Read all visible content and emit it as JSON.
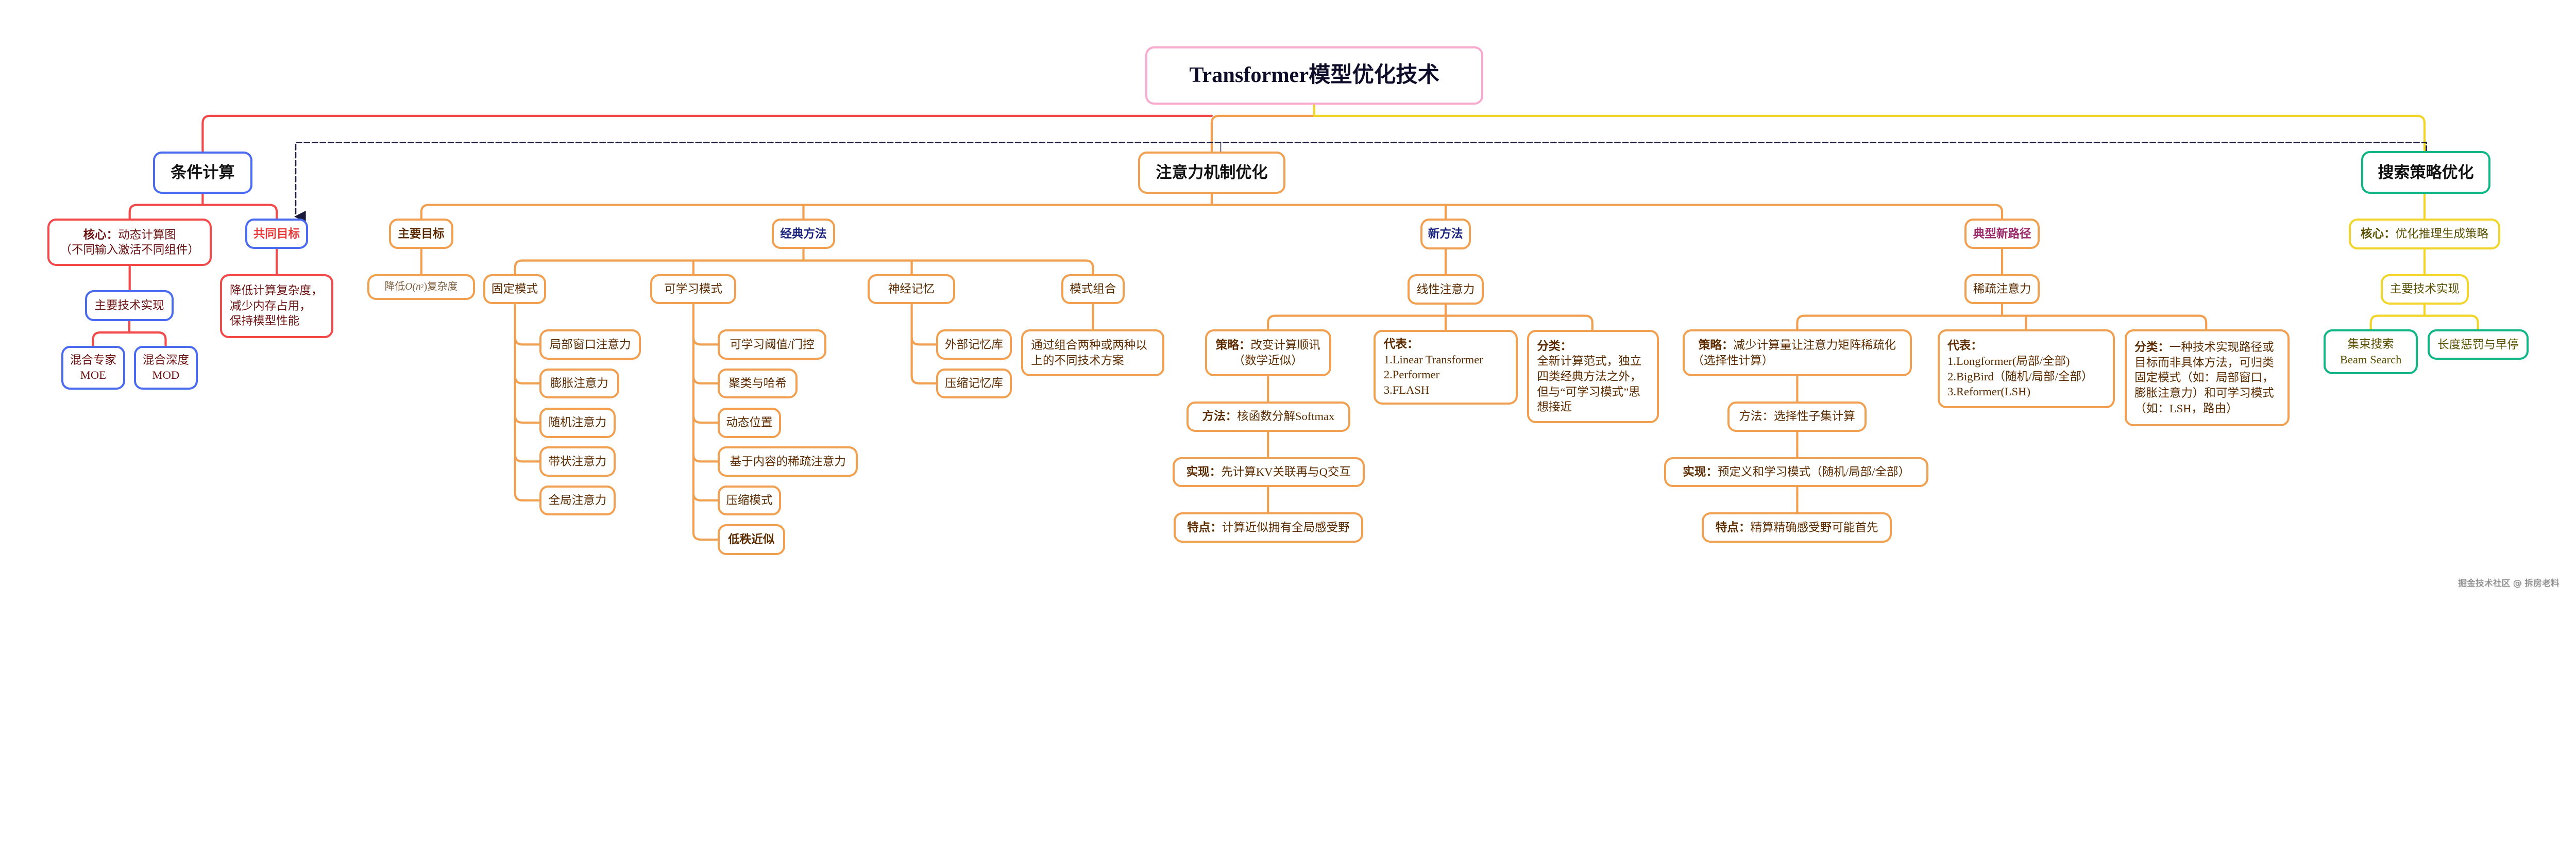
{
  "title": "Transformer模型优化技术",
  "colors": {
    "conditional": "#f24a4a",
    "conditional_node": "#4a6af0",
    "attention": "#f0a050",
    "search": "#f2d52a",
    "search_node": "#12b585",
    "root": "#f7aacd"
  },
  "conditional": {
    "title": "条件计算",
    "core_label": "核心：",
    "core_text": "动态计算图",
    "core_note": "（不同输入激活不同组件）",
    "shared_goal": "共同目标",
    "shared_goal_lines": [
      "降低计算复杂度，",
      "减少内存占用，",
      "保持模型性能"
    ],
    "impl": "主要技术实现",
    "moe": [
      "混合专家",
      "MOE"
    ],
    "mod": [
      "混合深度",
      "MOD"
    ]
  },
  "attention": {
    "title": "注意力机制优化",
    "goal": {
      "title": "主要目标",
      "prefix": "降低",
      "math": "O(n",
      "sup": "2",
      "suffix": ")复杂度"
    },
    "classic": {
      "title": "经典方法",
      "fixed": {
        "title": "固定模式",
        "items": [
          "局部窗口注意力",
          "膨胀注意力",
          "随机注意力",
          "带状注意力",
          "全局注意力"
        ]
      },
      "learnable": {
        "title": "可学习模式",
        "items": [
          "可学习阈值/门控",
          "聚类与哈希",
          "动态位置",
          "基于内容的稀疏注意力",
          "压缩模式",
          "低秩近似"
        ]
      },
      "memory": {
        "title": "神经记忆",
        "items": [
          "外部记忆库",
          "压缩记忆库"
        ]
      },
      "combo": {
        "title": "模式组合",
        "lines": [
          "通过组合两种或两种以",
          "上的不同技术方案"
        ]
      }
    },
    "new": {
      "title": "新方法",
      "linear": {
        "title": "线性注意力",
        "strategy_label": "策略：",
        "strategy_text": "改变计算顺讯",
        "strategy_note": "（数学近似）",
        "method_label": "方法：",
        "method_text": "核函数分解Softmax",
        "impl_label": "实现：",
        "impl_text": "先计算KV关联再与Q交互",
        "feature_label": "特点：",
        "feature_text": "计算近似拥有全局感受野",
        "rep_label": "代表：",
        "rep_lines": [
          "1.Linear Transformer",
          "2.Performer",
          "3.FLASH"
        ],
        "cat_label": "分类：",
        "cat_lines": [
          "全新计算范式，独立",
          "四类经典方法之外，",
          "但与“可学习模式”思",
          "想接近"
        ]
      }
    },
    "path": {
      "title": "典型新路径",
      "sparse": {
        "title": "稀疏注意力",
        "strategy_label": "策略：",
        "strategy_text": "减少计算量让注意力矩阵稀疏化",
        "strategy_note": "（选择性计算）",
        "method_text": "方法：选择性子集计算",
        "impl_label": "实现：",
        "impl_text": "预定义和学习模式（随机/局部/全部）",
        "feature_label": "特点：",
        "feature_text": "精算精确感受野可能首先",
        "rep_label": "代表：",
        "rep_lines": [
          "1.Longformer(局部/全部)",
          "2.BigBird（随机/局部/全部）",
          "3.Reformer(LSH)"
        ],
        "cat_label": "分类：",
        "cat_first": "一种技术实现路径或",
        "cat_lines": [
          "目标而非具体方法，可归类",
          "固定模式（如：局部窗口，",
          "膨胀注意力）和可学习模式",
          "（如：LSH，路由）"
        ]
      }
    }
  },
  "search": {
    "title": "搜索策略优化",
    "core_label": "核心：",
    "core_text": "优化推理生成策略",
    "impl": "主要技术实现",
    "beam": [
      "集束搜索",
      "Beam Search"
    ],
    "penalty": "长度惩罚与早停"
  },
  "watermark": "掘金技术社区 @ 拆房老料"
}
